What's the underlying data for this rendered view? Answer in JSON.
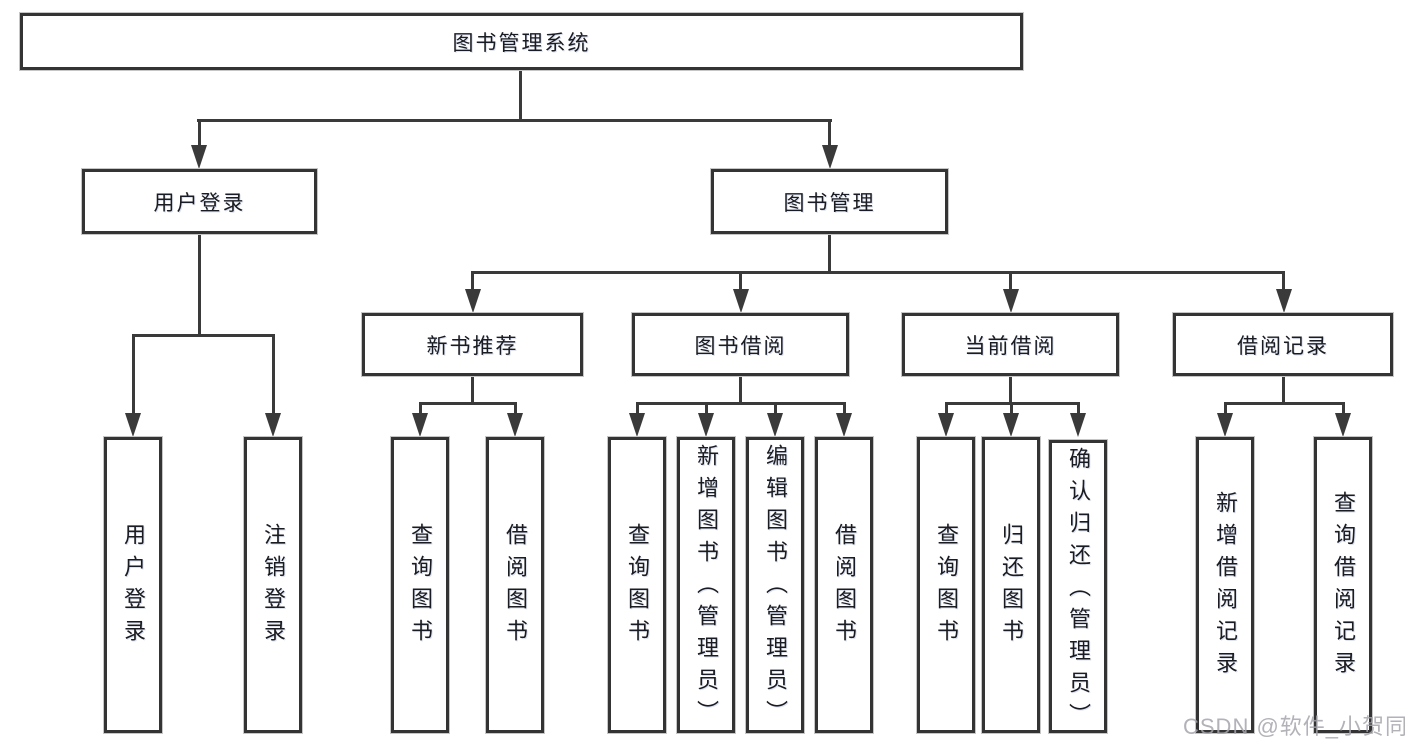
{
  "tree": {
    "label": "图书管理系统",
    "children": [
      {
        "label": "用户登录",
        "children": [
          {
            "label": "用户登录"
          },
          {
            "label": "注销登录"
          }
        ]
      },
      {
        "label": "图书管理",
        "children": [
          {
            "label": "新书推荐",
            "children": [
              {
                "label": "查询图书"
              },
              {
                "label": "借阅图书"
              }
            ]
          },
          {
            "label": "图书借阅",
            "children": [
              {
                "label": "查询图书"
              },
              {
                "label": "新增图书（管理员）"
              },
              {
                "label": "编辑图书（管理员）"
              },
              {
                "label": "借阅图书"
              }
            ]
          },
          {
            "label": "当前借阅",
            "children": [
              {
                "label": "查询图书"
              },
              {
                "label": "归还图书"
              },
              {
                "label": "确认归还（管理员）"
              }
            ]
          },
          {
            "label": "借阅记录",
            "children": [
              {
                "label": "新增借阅记录"
              },
              {
                "label": "查询借阅记录"
              }
            ]
          }
        ]
      }
    ]
  },
  "watermark": {
    "text": "CSDN @软件_小贺同学"
  },
  "colors": {
    "background": "#ffffff",
    "box_background": "#ffffff",
    "box_border": "#343434",
    "line": "#3a3a3a",
    "text": "#1c1c1e",
    "watermark": "#a5a5ac"
  }
}
